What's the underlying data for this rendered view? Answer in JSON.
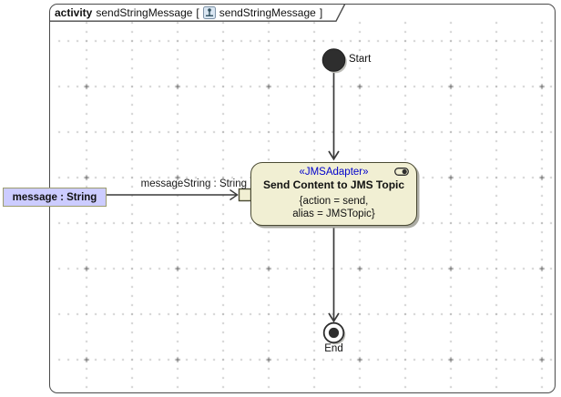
{
  "frame_header": {
    "kind": "activity",
    "name": "sendStringMessage",
    "open_bracket": "[",
    "diagram_ref": "sendStringMessage",
    "close_bracket": "]",
    "diagram_icon": "activity-diagram-icon"
  },
  "nodes": {
    "start": {
      "label": "Start"
    },
    "action": {
      "stereotype": "«JMSAdapter»",
      "name": "Send Content to JMS Topic",
      "tagged_values": [
        "{action = send,",
        "alias = JMSTopic}"
      ],
      "decoration_icon": "collapsed-structure-icon"
    },
    "end": {
      "label": "End"
    },
    "input_object": {
      "label": "message : String"
    },
    "input_pin": {
      "name": "input-pin"
    }
  },
  "edges": {
    "start_to_action": {
      "type": "control-flow"
    },
    "object_to_pin": {
      "type": "object-flow",
      "label": "messageString : String"
    },
    "action_to_end": {
      "type": "control-flow"
    }
  },
  "colors": {
    "action_fill": "#F1EFD3",
    "action_border": "#4A4A33",
    "object_fill": "#CCCCFF",
    "object_border": "#9C9C6E",
    "stereotype_text": "#0000CC",
    "edge": "#3A3A3A",
    "frame_border": "#4A4A4A",
    "grid_dot": "#8C8C8C",
    "node_dark": "#2E2E2E"
  }
}
